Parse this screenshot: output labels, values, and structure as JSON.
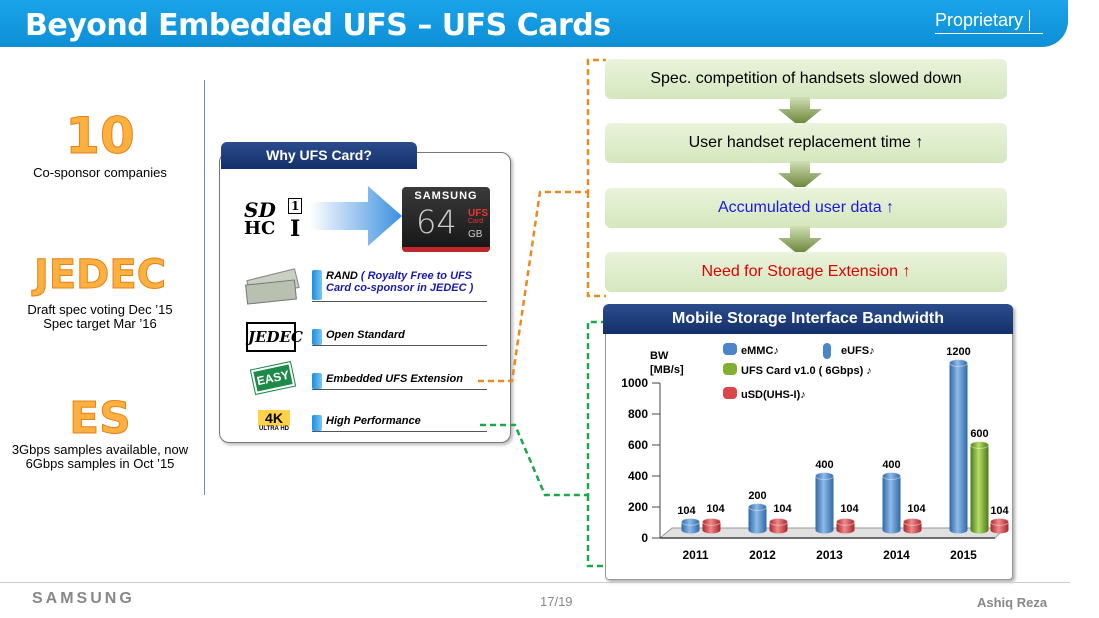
{
  "header": {
    "title": "Beyond Embedded UFS – UFS Cards",
    "tag": "Proprietary"
  },
  "stats": [
    {
      "big": "10",
      "desc": [
        "Co-sponsor companies"
      ]
    },
    {
      "big": "JEDEC",
      "desc": [
        "Draft spec voting Dec ’15",
        "Spec target Mar ’16"
      ]
    },
    {
      "big": "ES",
      "desc": [
        "3Gbps samples available, now",
        "6Gbps samples in Oct ’15"
      ]
    }
  ],
  "why": {
    "title": "Why UFS Card?",
    "sd_logo": [
      "SD",
      "HC",
      "I"
    ],
    "card": {
      "brand": "SAMSUNG",
      "size": "64",
      "unit": "GB",
      "line1": "UFS",
      "line2": "Card"
    },
    "features": [
      {
        "label": "RAND",
        "sub": "( Royalty Free to UFS Card co-sponsor in JEDEC )"
      },
      {
        "label": "Open Standard"
      },
      {
        "label": "Embedded UFS Extension"
      },
      {
        "label": "High Performance"
      }
    ],
    "jedec_logo": "JEDEC",
    "easy_logo": "EASY",
    "uhd_logo": [
      "4K",
      "ULTRA HD"
    ]
  },
  "flow": [
    {
      "text": "Spec. competition of handsets slowed down",
      "color": "#000000",
      "arrow": ""
    },
    {
      "text": "User handset replacement time",
      "color": "#000000",
      "arrow": "🡡"
    },
    {
      "text": "Accumulated user data",
      "color": "#1a1ad8",
      "arrow": "🡡"
    },
    {
      "text": "Need for Storage Extension",
      "color": "#e00000",
      "arrow": "🡡"
    }
  ],
  "chart_data": {
    "type": "bar",
    "title": "Mobile Storage Interface Bandwidth",
    "ylabel": "BW [MB/s]",
    "ylim": [
      0,
      1000
    ],
    "yticks": [
      0,
      200,
      400,
      600,
      800,
      1000
    ],
    "categories": [
      "2011",
      "2012",
      "2013",
      "2014",
      "2015"
    ],
    "series": [
      {
        "name": "eMMC♪",
        "color": "#4a86c8",
        "values": [
          104,
          200,
          400,
          400,
          1200
        ],
        "labels": [
          "104",
          "200",
          "400",
          "400",
          "1200"
        ]
      },
      {
        "name": "eUFS♪",
        "color": "#4a86c8",
        "values": [
          null,
          null,
          null,
          null,
          null
        ],
        "labels": []
      },
      {
        "name": "UFS Card v1.0 ( 6Gbps) ♪",
        "color": "#7fb030",
        "values": [
          null,
          null,
          null,
          null,
          600
        ],
        "labels": [
          "",
          "",
          "",
          "",
          "600"
        ]
      },
      {
        "name": "uSD(UHS-I)♪",
        "color": "#d9474a",
        "values": [
          104,
          104,
          104,
          104,
          104
        ],
        "labels": [
          "104",
          "104",
          "104",
          "104",
          "104"
        ]
      }
    ]
  },
  "footer": {
    "brand": "SAMSUNG",
    "page": "17/19",
    "author": "Ashiq Reza"
  }
}
